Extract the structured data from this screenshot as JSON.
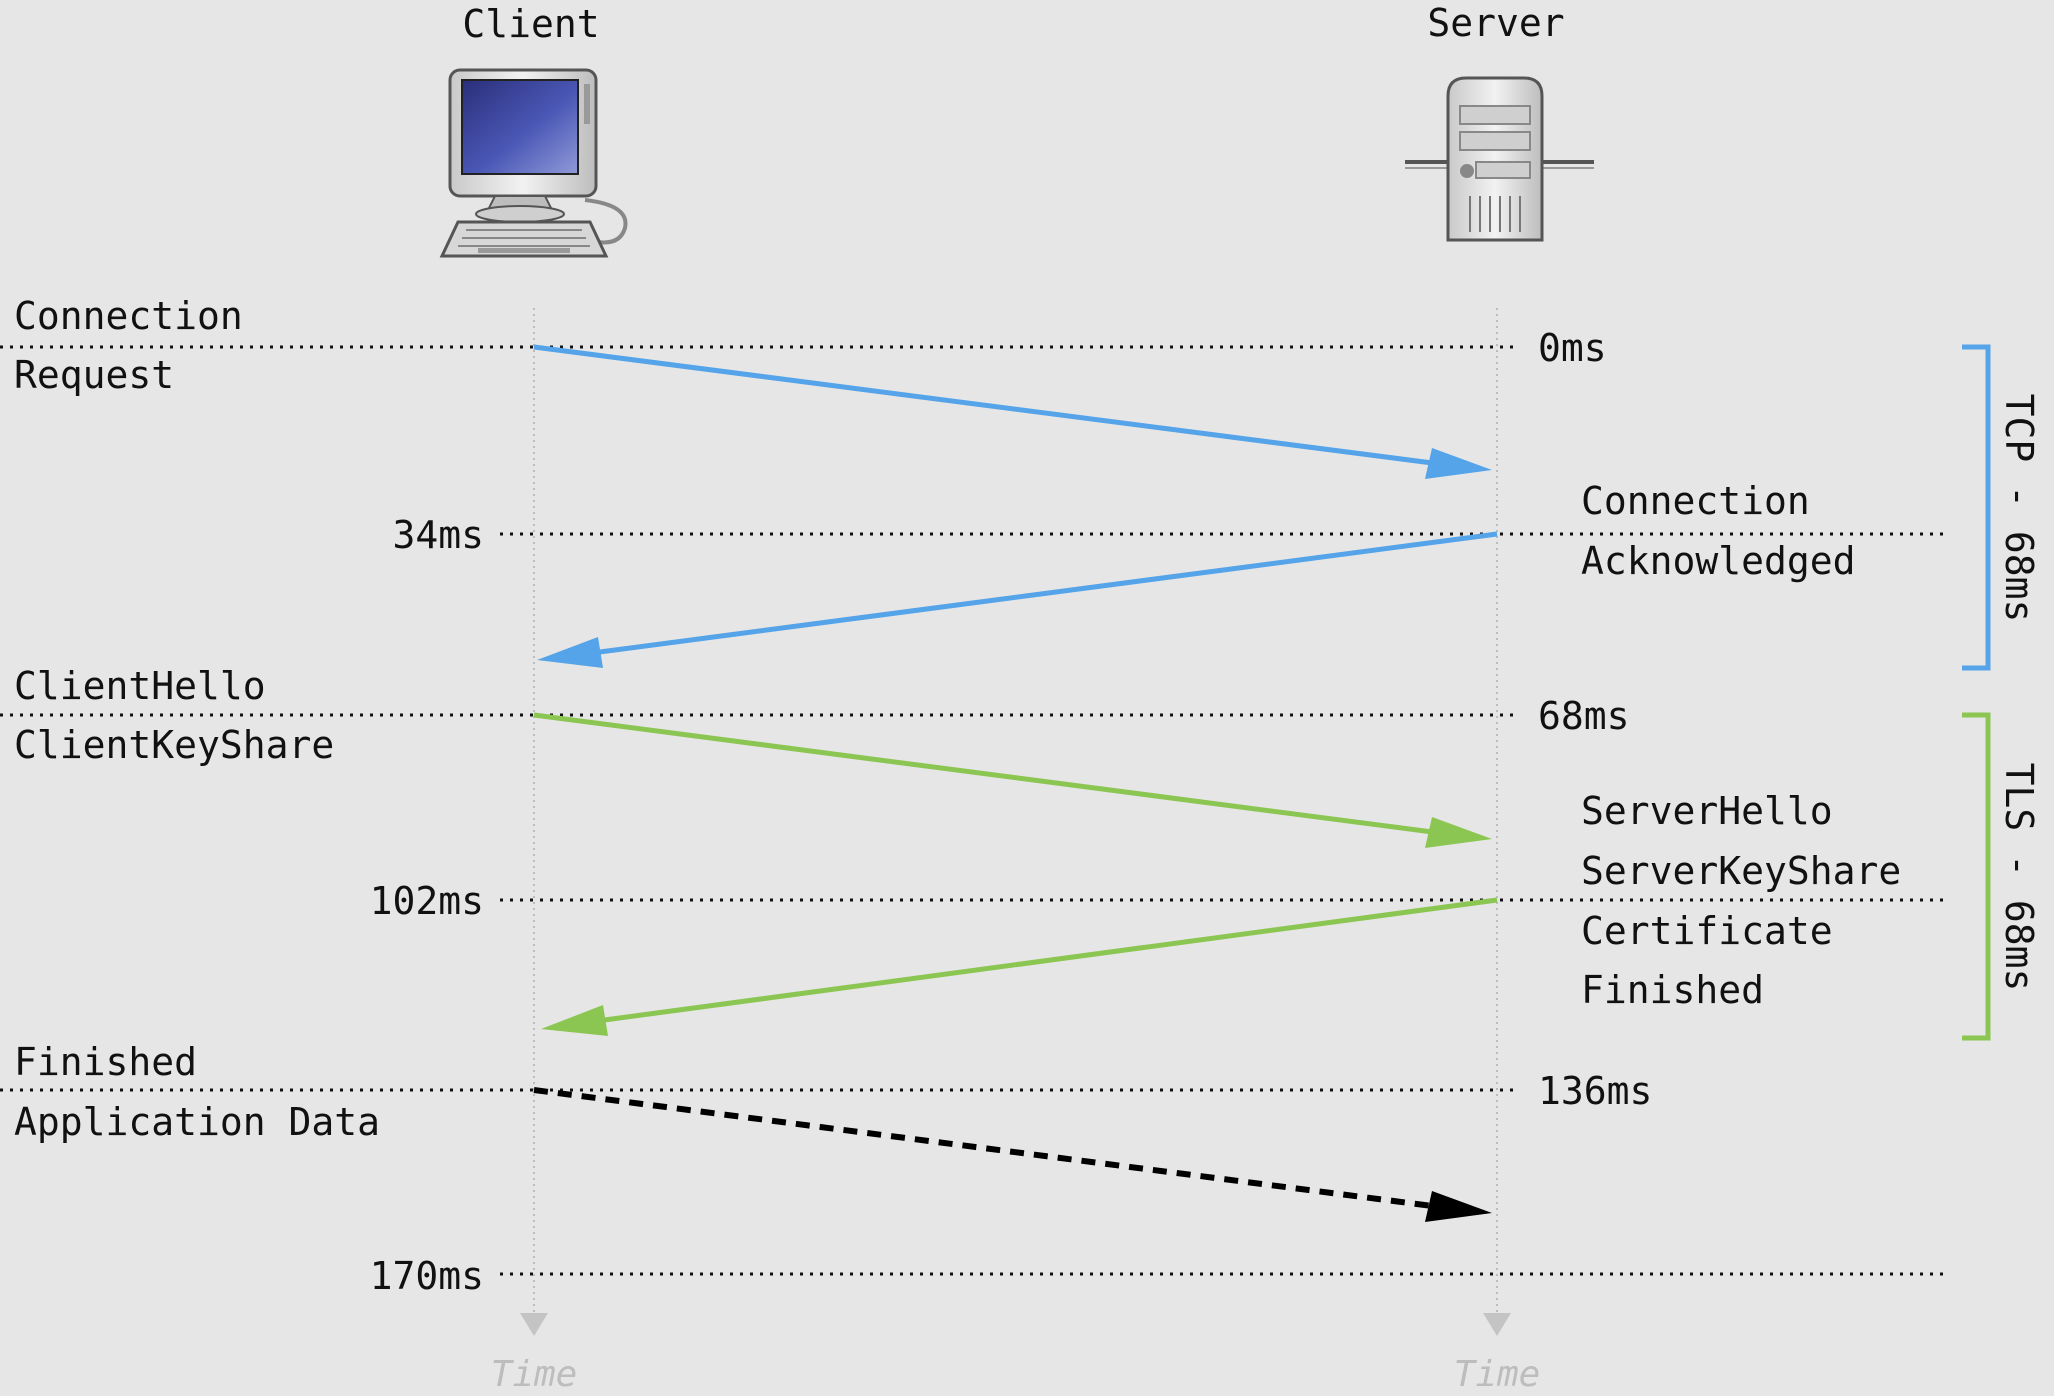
{
  "actors": {
    "client": {
      "title": "Client",
      "axis_label": "Time"
    },
    "server": {
      "title": "Server",
      "axis_label": "Time"
    }
  },
  "timestamps": {
    "t0": "0ms",
    "t34": "34ms",
    "t68": "68ms",
    "t102": "102ms",
    "t136": "136ms",
    "t170": "170ms"
  },
  "client_messages": {
    "connection_line1": "Connection",
    "connection_line2": "Request",
    "hello_line1": "ClientHello",
    "hello_line2": "ClientKeyShare",
    "finished_line1": "Finished",
    "finished_line2": "Application Data"
  },
  "server_messages": {
    "ack_line1": "Connection",
    "ack_line2": "Acknowledged",
    "hello_line1": "ServerHello",
    "hello_line2": "ServerKeyShare",
    "hello_line3": "Certificate",
    "hello_line4": "Finished"
  },
  "phases": {
    "tcp": {
      "label": "TCP - 68ms",
      "color": "#55a3e8"
    },
    "tls": {
      "label": "TLS - 68ms",
      "color": "#8bc653"
    }
  },
  "colors": {
    "tcp_arrow": "#55a3e8",
    "tls_arrow": "#8bc653",
    "data_arrow": "#000000",
    "background": "#e6e6e6"
  },
  "icons": {
    "client": "desktop-computer-icon",
    "server": "server-tower-icon"
  }
}
